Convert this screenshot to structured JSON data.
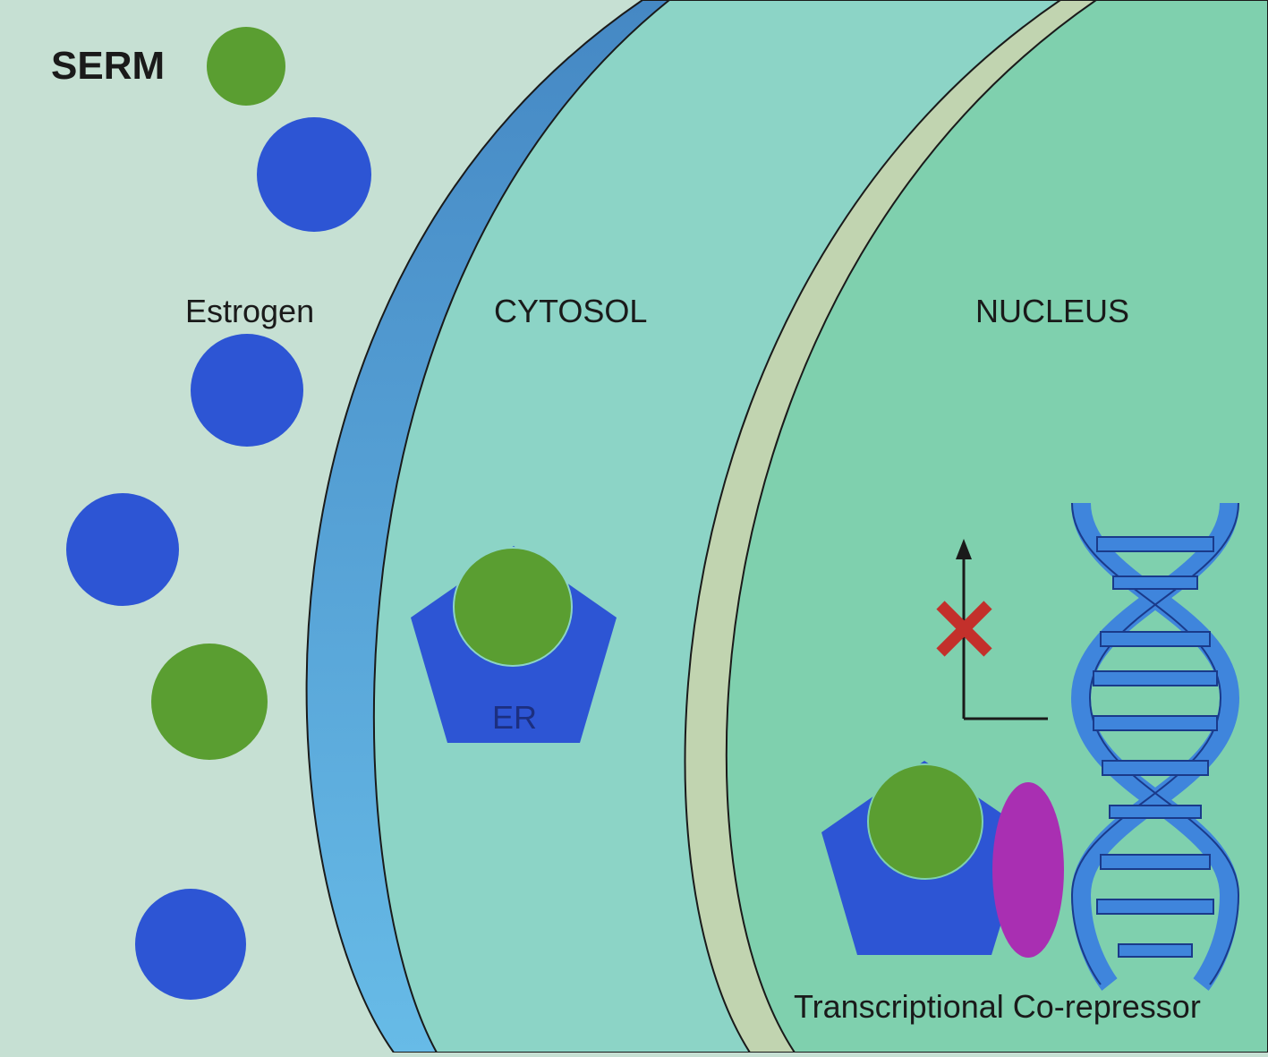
{
  "labels": {
    "serm": "SERM",
    "estrogen": "Estrogen",
    "cytosol": "CYTOSOL",
    "nucleus": "NUCLEUS",
    "er": "ER",
    "corepressor": "Transcriptional Co-repressor"
  },
  "colors": {
    "extracellular": "#c6e0d3",
    "cytosol": "#8cd4c6",
    "nucleus": "#7fd0ae",
    "cell_membrane_top": "#4588c4",
    "cell_membrane_bottom": "#67bbe7",
    "nuclear_envelope": "#c1d4b0",
    "estrogen": "#2d55d4",
    "serm": "#5a9e31",
    "receptor": "#2d55d4",
    "corepressor": "#a92fb2",
    "dna": "#3f85dc",
    "blocked_mark": "#c3302b"
  },
  "icons": {
    "blocked": "red-x-icon",
    "transcription_arrow": "arrow-up-icon",
    "dna": "dna-double-helix-icon"
  }
}
